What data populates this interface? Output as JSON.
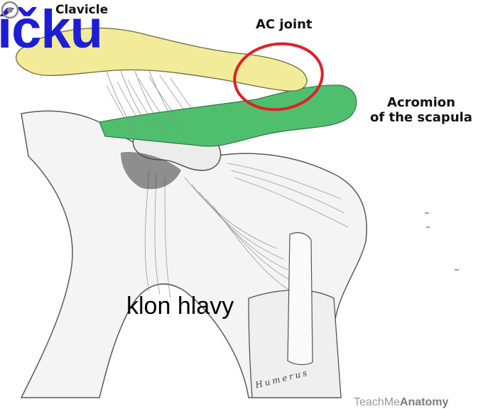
{
  "labels": {
    "clavicle": "Clavicle",
    "ac_joint": "AC joint",
    "acromion_line1": "Acromion",
    "acromion_line2": "of the scapula"
  },
  "overlay": {
    "word": "íčku",
    "caption": "klon hlavy"
  },
  "bone_inscription": "Humerus",
  "watermark": {
    "prefix": "TeachMe",
    "brand": "Anatomy"
  },
  "colors": {
    "clavicle_fill": "#f2ec9a",
    "acromion_fill": "#4fbf6e",
    "highlight_ring": "#e0202a",
    "overlay_text": "#1d1dd8"
  }
}
